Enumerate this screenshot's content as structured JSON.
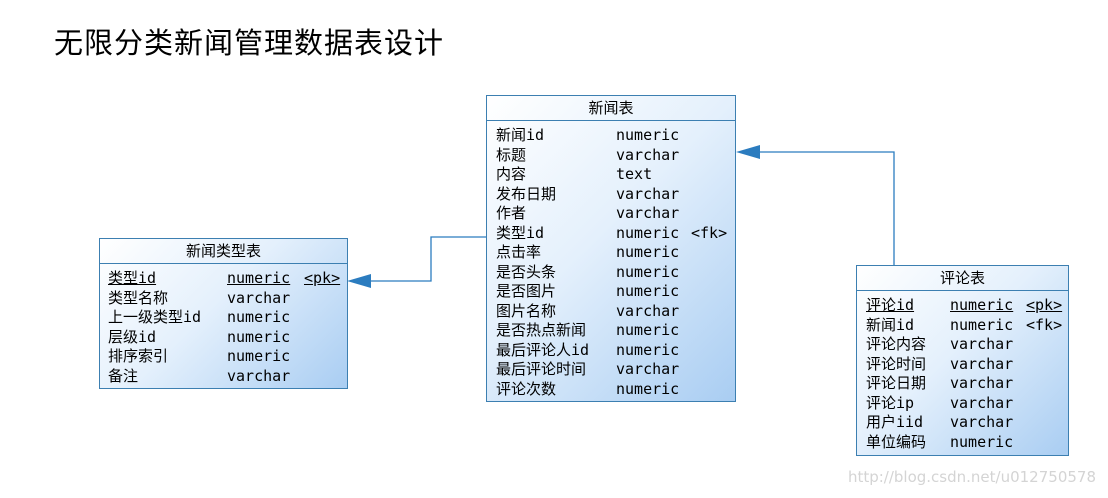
{
  "title": "无限分类新闻管理数据表设计",
  "watermark": "http://blog.csdn.net/u012750578",
  "colors": {
    "border": "#3c7fb1",
    "connector": "#2b7cbf"
  },
  "entities": {
    "news_type": {
      "name": "新闻类型表",
      "fields": [
        {
          "name": "类型id",
          "type": "numeric",
          "key": "<pk>",
          "pk": true
        },
        {
          "name": "类型名称",
          "type": "varchar",
          "key": ""
        },
        {
          "name": "上一级类型id",
          "type": "numeric",
          "key": ""
        },
        {
          "name": "层级id",
          "type": "numeric",
          "key": ""
        },
        {
          "name": "排序索引",
          "type": "numeric",
          "key": ""
        },
        {
          "name": "备注",
          "type": "varchar",
          "key": ""
        }
      ]
    },
    "news": {
      "name": "新闻表",
      "fields": [
        {
          "name": "新闻id",
          "type": "numeric",
          "key": ""
        },
        {
          "name": "标题",
          "type": "varchar",
          "key": ""
        },
        {
          "name": "内容",
          "type": "text",
          "key": ""
        },
        {
          "name": "发布日期",
          "type": "varchar",
          "key": ""
        },
        {
          "name": "作者",
          "type": "varchar",
          "key": ""
        },
        {
          "name": "类型id",
          "type": "numeric",
          "key": "<fk>"
        },
        {
          "name": "点击率",
          "type": "numeric",
          "key": ""
        },
        {
          "name": "是否头条",
          "type": "numeric",
          "key": ""
        },
        {
          "name": "是否图片",
          "type": "numeric",
          "key": ""
        },
        {
          "name": "图片名称",
          "type": "varchar",
          "key": ""
        },
        {
          "name": "是否热点新闻",
          "type": "numeric",
          "key": ""
        },
        {
          "name": "最后评论人id",
          "type": "numeric",
          "key": ""
        },
        {
          "name": "最后评论时间",
          "type": "varchar",
          "key": ""
        },
        {
          "name": "评论次数",
          "type": "numeric",
          "key": ""
        }
      ]
    },
    "comment": {
      "name": "评论表",
      "fields": [
        {
          "name": "评论id",
          "type": "numeric",
          "key": "<pk>",
          "pk": true
        },
        {
          "name": "新闻id",
          "type": "numeric",
          "key": "<fk>"
        },
        {
          "name": "评论内容",
          "type": "varchar",
          "key": ""
        },
        {
          "name": "评论时间",
          "type": "varchar",
          "key": ""
        },
        {
          "name": "评论日期",
          "type": "varchar",
          "key": ""
        },
        {
          "name": "评论ip",
          "type": "varchar",
          "key": ""
        },
        {
          "name": "用户iid",
          "type": "varchar",
          "key": ""
        },
        {
          "name": "单位编码",
          "type": "numeric",
          "key": ""
        }
      ]
    }
  }
}
